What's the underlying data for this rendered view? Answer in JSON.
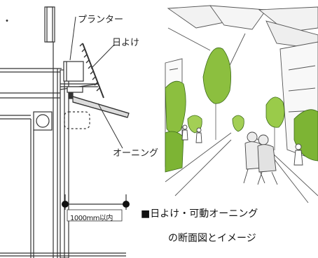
{
  "diagram": {
    "labels": {
      "planter": "プランター",
      "sunshade": "日よけ",
      "awning": "オーニング",
      "dimension": "1000mm以内"
    },
    "caption": {
      "line1": "■日よけ・可動オーニング",
      "line2": "の断面図とイメージ"
    },
    "bullet": "・"
  },
  "colors": {
    "line": "#333333",
    "sketch": "#555555",
    "green": "#8cbf3f",
    "dark_green": "#5f9a2a",
    "awning_fill": "#dcdcdc"
  }
}
